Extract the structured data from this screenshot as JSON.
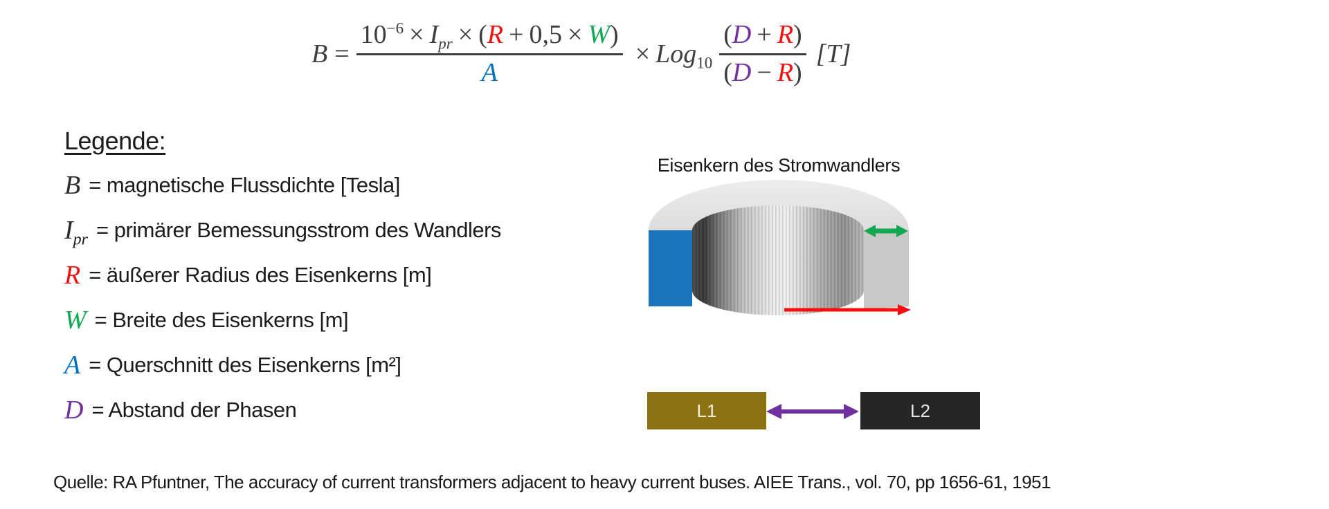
{
  "formula": {
    "b": "B",
    "eq": "=",
    "ten": "10",
    "exp": "−6",
    "x1": "×",
    "i": "I",
    "i_sub": "pr",
    "x2": "×",
    "p1": "(",
    "r1": "R",
    "plus1": "+",
    "half": "0,5",
    "x3": "×",
    "w": "W",
    "p2": ")",
    "a": "A",
    "x4": "×",
    "log": "Log",
    "log_base": "10",
    "p3": "(",
    "d1": "D",
    "plus2": "+",
    "r2": "R",
    "p4": ")",
    "p5": "(",
    "d2": "D",
    "minus": "−",
    "r3": "R",
    "p6": ")",
    "unit": "[T]"
  },
  "colors": {
    "r_red": "#f50f0f",
    "w_green": "#12a751",
    "a_blue": "#0070c0",
    "d_purple": "#7030a0",
    "formula_gray": "#3d3d3d"
  },
  "legend": {
    "title": "Legende:",
    "items": [
      {
        "symbol": "B",
        "sub": "",
        "color": "#2b2b2b",
        "text": "= magnetische Flussdichte [Tesla]"
      },
      {
        "symbol": "I",
        "sub": "pr",
        "color": "#2b2b2b",
        "text": "= primärer Bemessungsstrom des Wandlers"
      },
      {
        "symbol": "R",
        "sub": "",
        "color": "#f50f0f",
        "text": "= äußerer Radius des Eisenkerns [m]"
      },
      {
        "symbol": "W",
        "sub": "",
        "color": "#12a751",
        "text": "= Breite des Eisenkerns [m]"
      },
      {
        "symbol": "A",
        "sub": "",
        "color": "#0070c0",
        "text": "= Querschnitt des Eisenkerns [m²]"
      },
      {
        "symbol": "D",
        "sub": "",
        "color": "#7030a0",
        "text": "= Abstand der Phasen"
      }
    ]
  },
  "diagram": {
    "title": "Eisenkern des Stromwandlers",
    "l1_label": "L1",
    "l2_label": "L2",
    "colors": {
      "cross_section_blue": "#1b75bc",
      "width_arrow_green": "#12a751",
      "radius_arrow_red": "#fb0d0d",
      "distance_arrow_purple": "#7030a0",
      "l1_fill": "#8b7311",
      "l2_fill": "#262626"
    }
  },
  "source": {
    "text": "Quelle: RA Pfuntner, The accuracy of current transformers adjacent to heavy current buses. AIEE Trans., vol. 70, pp 1656-61, 1951"
  }
}
